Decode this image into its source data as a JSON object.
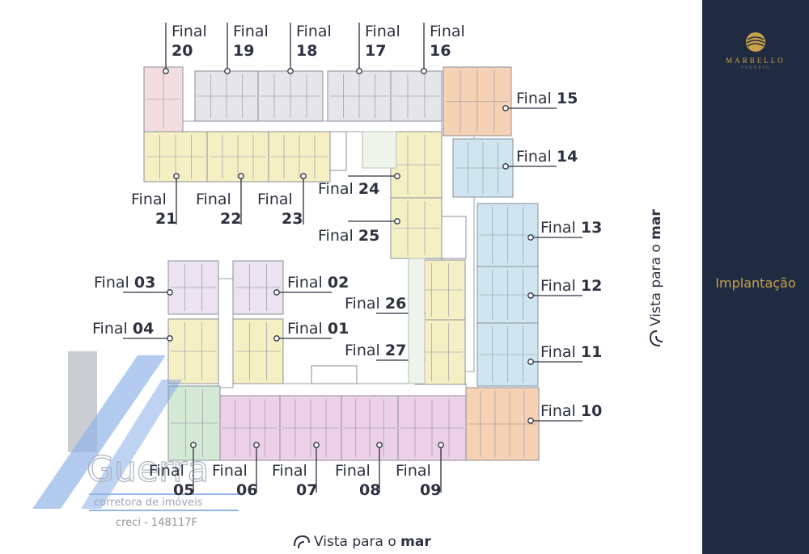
{
  "brand": {
    "name": "MARBELLO",
    "subtitle": "TENÓRIO",
    "gold": "#c9a24a",
    "panel": "#1f2b40"
  },
  "section_label": "Implantação",
  "compass_text": {
    "prefix": "Vista para o",
    "emph": "mar"
  },
  "watermark": {
    "name": "Guerra",
    "subtitle": "corretora de imóveis",
    "creci": "creci - 148117F",
    "icon": "stripes-logo-icon"
  },
  "unit_word": "Final",
  "units": [
    {
      "id": "20",
      "color": "#f4dde0"
    },
    {
      "id": "19",
      "color": "#e6e6ea"
    },
    {
      "id": "18",
      "color": "#e6e6ea"
    },
    {
      "id": "17",
      "color": "#e6e6ea"
    },
    {
      "id": "16",
      "color": "#e6e6ea"
    },
    {
      "id": "15",
      "color": "#f6d2b4"
    },
    {
      "id": "14",
      "color": "#cfe5f0"
    },
    {
      "id": "21",
      "color": "#f5f0c4"
    },
    {
      "id": "22",
      "color": "#f5f0c4"
    },
    {
      "id": "23",
      "color": "#f5f0c4"
    },
    {
      "id": "24",
      "color": "#f5f0c4"
    },
    {
      "id": "25",
      "color": "#f5f0c4"
    },
    {
      "id": "13",
      "color": "#cfe5f0"
    },
    {
      "id": "12",
      "color": "#cfe5f0"
    },
    {
      "id": "11",
      "color": "#cfe5f0"
    },
    {
      "id": "10",
      "color": "#f6d2b4"
    },
    {
      "id": "03",
      "color": "#ebe3ef"
    },
    {
      "id": "02",
      "color": "#ebe3ef"
    },
    {
      "id": "04",
      "color": "#f5f0c4"
    },
    {
      "id": "01",
      "color": "#f5f0c4"
    },
    {
      "id": "26",
      "color": "#f5f0c4"
    },
    {
      "id": "27",
      "color": "#f5f0c4"
    },
    {
      "id": "05",
      "color": "#d4e8d6"
    },
    {
      "id": "06",
      "color": "#ecd0e8"
    },
    {
      "id": "07",
      "color": "#ecd0e8"
    },
    {
      "id": "08",
      "color": "#ecd0e8"
    },
    {
      "id": "09",
      "color": "#ecd0e8"
    }
  ]
}
